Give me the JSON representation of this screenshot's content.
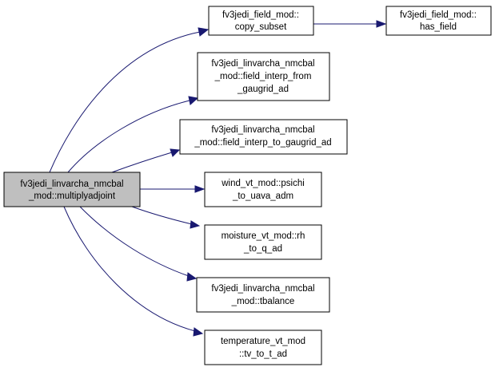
{
  "nodes": {
    "root": {
      "lines": [
        "fv3jedi_linvarcha_nmcbal",
        "_mod::multiplyadjoint"
      ]
    },
    "copy_subset": {
      "lines": [
        "fv3jedi_field_mod::",
        "copy_subset"
      ]
    },
    "has_field": {
      "lines": [
        "fv3jedi_field_mod::",
        "has_field"
      ]
    },
    "field_interp_from": {
      "lines": [
        "fv3jedi_linvarcha_nmcbal",
        "_mod::field_interp_from",
        "_gaugrid_ad"
      ]
    },
    "field_interp_to": {
      "lines": [
        "fv3jedi_linvarcha_nmcbal",
        "_mod::field_interp_to_gaugrid_ad"
      ]
    },
    "psichi": {
      "lines": [
        "wind_vt_mod::psichi",
        "_to_uava_adm"
      ]
    },
    "rh_to_q": {
      "lines": [
        "moisture_vt_mod::rh",
        "_to_q_ad"
      ]
    },
    "tbalance": {
      "lines": [
        "fv3jedi_linvarcha_nmcbal",
        "_mod::tbalance"
      ]
    },
    "tv_to_t": {
      "lines": [
        "temperature_vt_mod",
        "::tv_to_t_ad"
      ]
    }
  },
  "edges": [
    {
      "from": "root",
      "to": "copy_subset"
    },
    {
      "from": "copy_subset",
      "to": "has_field"
    },
    {
      "from": "root",
      "to": "field_interp_from"
    },
    {
      "from": "root",
      "to": "field_interp_to"
    },
    {
      "from": "root",
      "to": "psichi"
    },
    {
      "from": "root",
      "to": "rh_to_q"
    },
    {
      "from": "root",
      "to": "tbalance"
    },
    {
      "from": "root",
      "to": "tv_to_t"
    }
  ],
  "colors": {
    "edge": "#191970",
    "root_fill": "#bfbfbf",
    "node_fill": "#ffffff",
    "border": "#000000"
  }
}
